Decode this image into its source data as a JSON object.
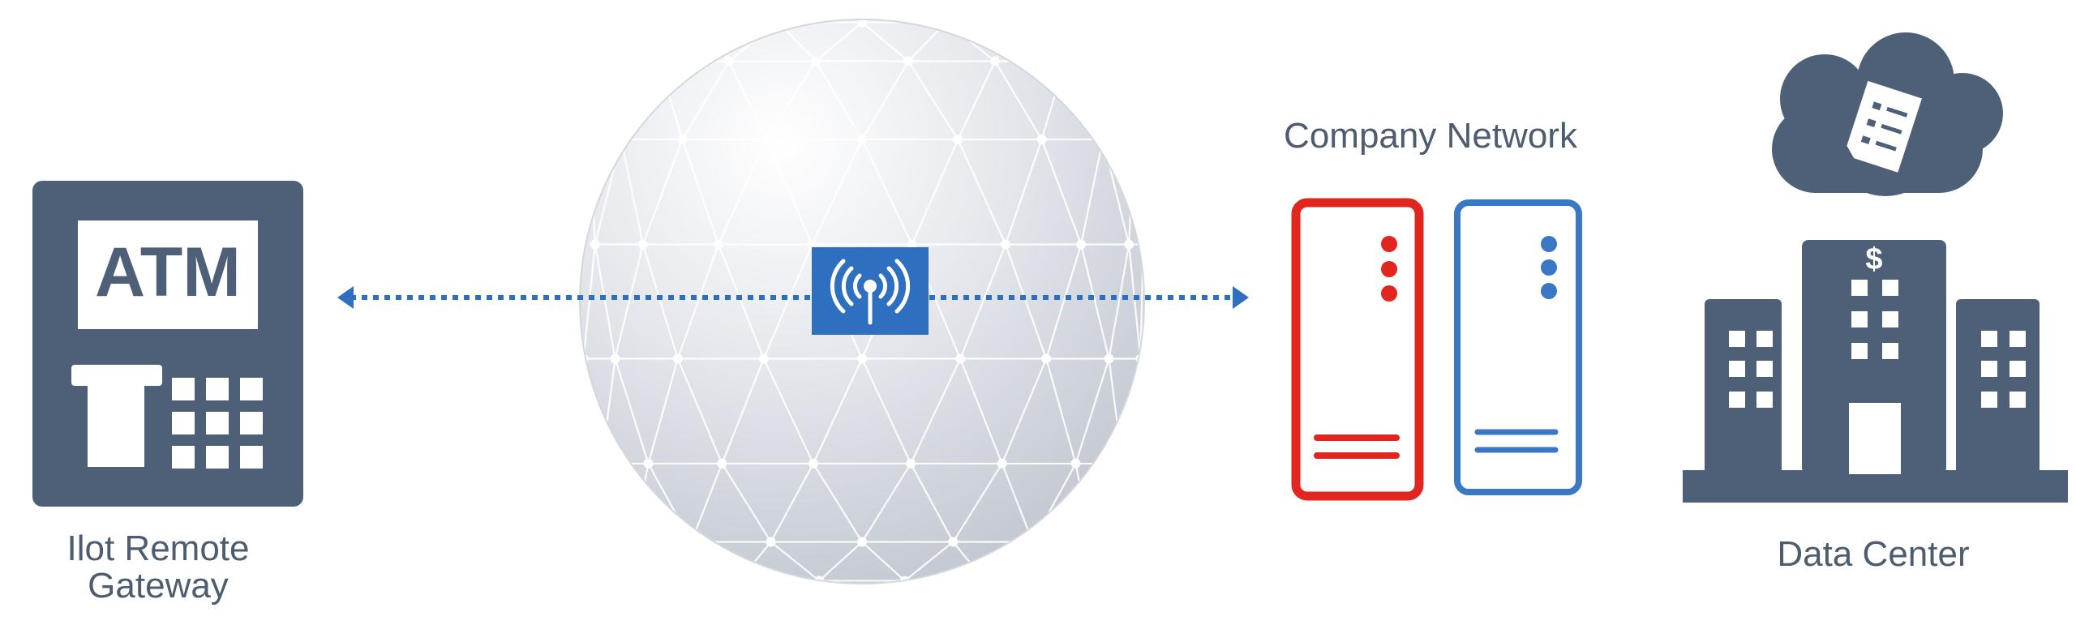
{
  "labels": {
    "gateway_line1": "Ilot Remote",
    "gateway_line2": "Gateway",
    "company_network": "Company Network",
    "data_center": "Data Center",
    "atm_screen": "ATM",
    "bank_sign": "$"
  },
  "icons": {
    "atm": "atm-icon",
    "globe": "mesh-globe-icon",
    "wireless": "wireless-antenna-icon",
    "server_red": "server-icon",
    "server_blue": "server-icon",
    "cloud": "cloud-document-icon",
    "building": "bank-building-icon"
  },
  "colors": {
    "icon_slate": "#4d6078",
    "connector_blue": "#2f6fbf",
    "server_red": "#e0261e",
    "server_blue": "#3a77c4",
    "label_text": "#4d5c6e"
  }
}
